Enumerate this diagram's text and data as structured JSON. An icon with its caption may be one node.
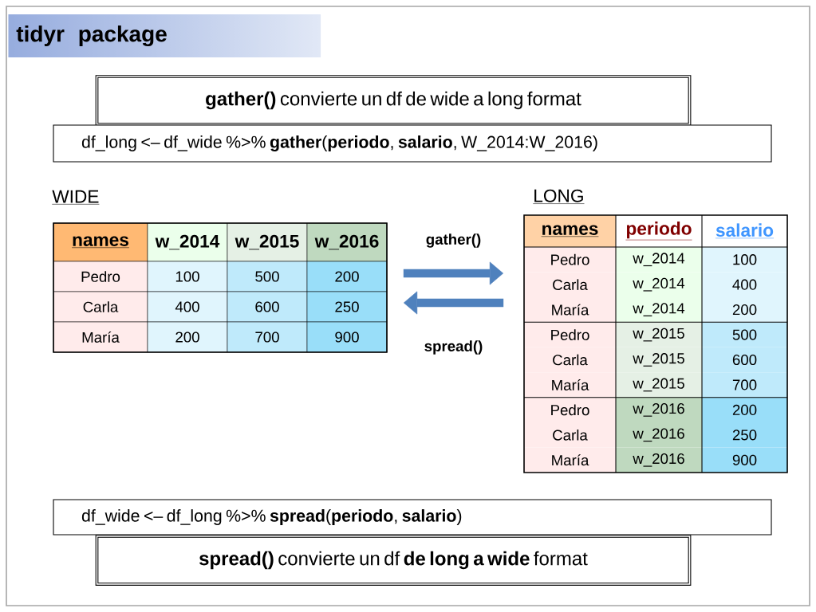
{
  "diagram": {
    "title": "tidyr package",
    "nodes": [
      {
        "text": [
          "**gather()** convierte un df de wide a long format"
        ]
      },
      {
        "text": [
          "df_long <– df_wide %>% **gather**(**periodo**, **salario**, W_2014:W_2016)"
        ]
      },
      {
        "text": [
          "WIDE"
        ]
      },
      {
        "text": [
          "LONG"
        ]
      },
      {
        "text": [
          "df_wide <– df_long %>% **spread**(**periodo**, **salario**)"
        ]
      },
      {
        "text": [
          "**spread()** convierte un df **de long a wide** format"
        ]
      }
    ],
    "edges": [
      {
        "from": 2,
        "to": 3,
        "arrow": "to",
        "label": "gather()"
      },
      {
        "from": 3,
        "to": 2,
        "arrow": "to",
        "label": "spread()"
      }
    ],
    "labels": [
      "names",
      "w_2014",
      "w_2015",
      "w_2016",
      "Pedro",
      "100",
      "500",
      "200",
      "Carla",
      "400",
      "600",
      "250",
      "María",
      "200",
      "700",
      "900",
      "names",
      "periodo",
      "salario",
      "Pedro",
      "w_2014",
      "100",
      "Carla",
      "w_2014",
      "400",
      "María",
      "w_2014",
      "200",
      "Pedro",
      "w_2015",
      "500",
      "Carla",
      "w_2015",
      "600",
      "María",
      "w_2015",
      "700",
      "Pedro",
      "w_2016",
      "200",
      "Carla",
      "w_2016",
      "250",
      "María",
      "w_2016",
      "900"
    ]
  }
}
